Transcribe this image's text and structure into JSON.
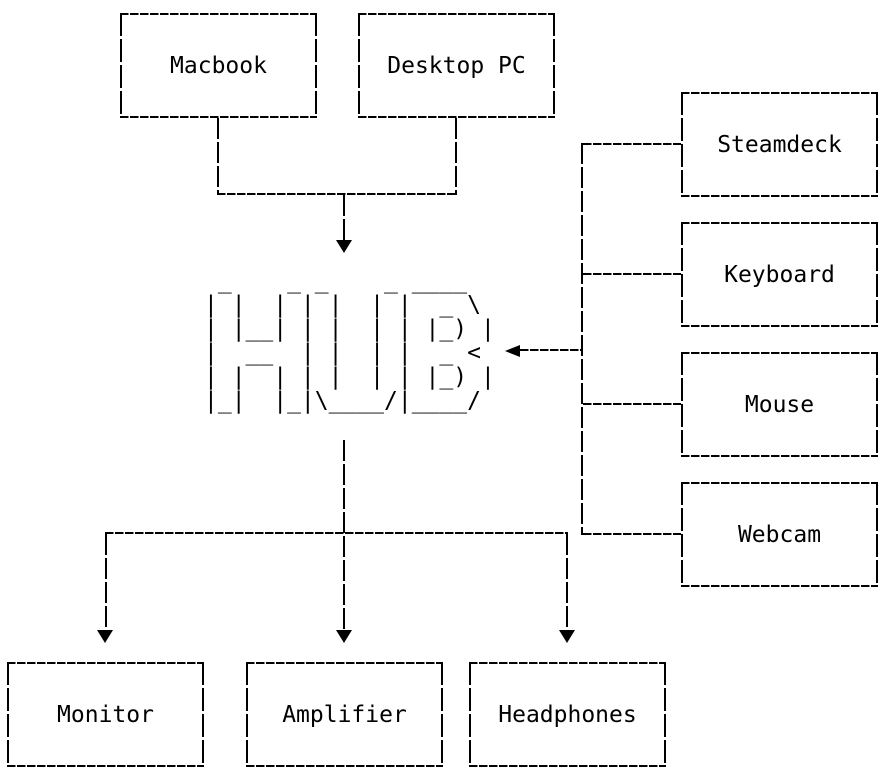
{
  "diagram": {
    "background_color": "#ffffff",
    "line_color": "#000000"
  },
  "hub": {
    "name": "HUB",
    "ascii_art": [
      " _    _ _    _ ____",
      "| |  | | |  | |  _ \\",
      "| |__| | |  | | |_) |",
      "|  __  | |  | |  _ <",
      "| |  | | |  | | |_) |",
      "|_|  |_|\\____/|____/"
    ]
  },
  "nodes": {
    "macbook": {
      "label": "Macbook"
    },
    "desktop_pc": {
      "label": "Desktop PC"
    },
    "steamdeck": {
      "label": "Steamdeck"
    },
    "keyboard": {
      "label": "Keyboard"
    },
    "mouse": {
      "label": "Mouse"
    },
    "webcam": {
      "label": "Webcam"
    },
    "monitor": {
      "label": "Monitor"
    },
    "amplifier": {
      "label": "Amplifier"
    },
    "headphones": {
      "label": "Headphones"
    }
  },
  "arrowheads": {
    "down": "triangle-down",
    "left": "triangle-left"
  }
}
